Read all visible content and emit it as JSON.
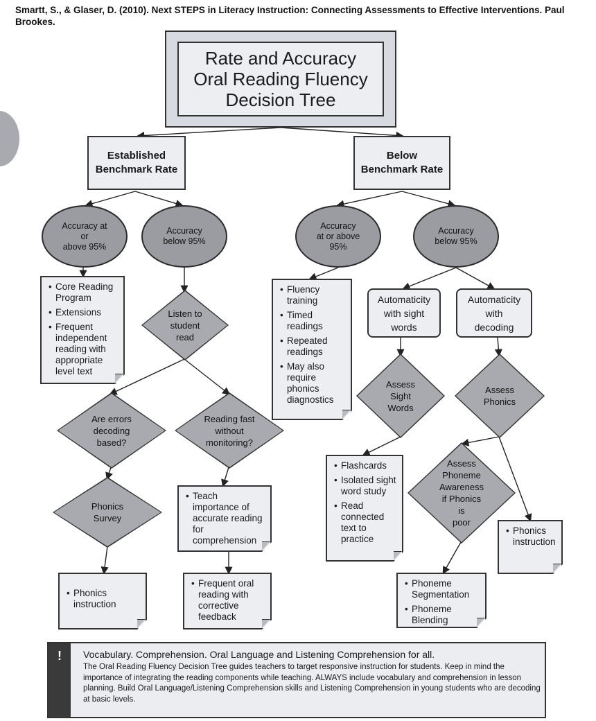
{
  "citation": "Smartt, S., & Glaser, D. (2010). Next STEPS in Literacy Instruction: Connecting Assessments to Effective Interventions. Paul Brookes.",
  "title": "Rate and Accuracy\nOral Reading Fluency\nDecision Tree",
  "level1": {
    "left": "Established\nBenchmark Rate",
    "right": "Below\nBenchmark Rate"
  },
  "ovals": {
    "est_high": "Accuracy at\nor\nabove 95%",
    "est_low": "Accuracy\nbelow 95%",
    "below_high": "Accuracy\nat or above\n95%",
    "below_low": "Accuracy\nbelow 95%"
  },
  "notes": {
    "core_reading": [
      "Core Reading Program",
      "Extensions",
      "Frequent independent reading with appropriate level text"
    ],
    "fluency": [
      "Fluency training",
      "Timed readings",
      "Repeated readings",
      "May also require phonics diagnostics"
    ],
    "teach_importance": [
      "Teach importance of accurate reading for comprehension"
    ],
    "frequent_oral": [
      "Frequent oral reading with corrective feedback"
    ],
    "phonics_left": [
      "Phonics instruction"
    ],
    "flashcards": [
      "Flashcards",
      "Isolated sight word study",
      "Read connected text to practice"
    ],
    "phoneme": [
      "Phoneme Segmentation",
      "Phoneme Blending"
    ],
    "phonics_right": [
      "Phonics instruction"
    ]
  },
  "diamonds": {
    "listen": "Listen to\nstudent\nread",
    "errors": "Are errors\ndecoding\nbased?",
    "reading_fast": "Reading fast\nwithout\nmonitoring?",
    "phonics_survey": "Phonics\nSurvey",
    "assess_sight": "Assess\nSight\nWords",
    "assess_phonics": "Assess\nPhonics",
    "assess_phoneme": "Assess\nPhoneme\nAwareness\nif Phonics\nis\npoor"
  },
  "boxes": {
    "auto_sight": "Automaticity\nwith sight\nwords",
    "auto_decoding": "Automaticity\nwith\ndecoding"
  },
  "footer": {
    "icon": "!",
    "title": "Vocabulary. Comprehension. Oral Language and Listening Comprehension for all.",
    "body": "The Oral Reading Fluency Decision Tree guides teachers to target responsive instruction for students. Keep in mind the importance of integrating the reading components while teaching. ALWAYS include vocabulary and comprehension in lesson planning. Build Oral Language/Listening Comprehension skills and Listening Comprehension in young students who are decoding at basic levels."
  }
}
